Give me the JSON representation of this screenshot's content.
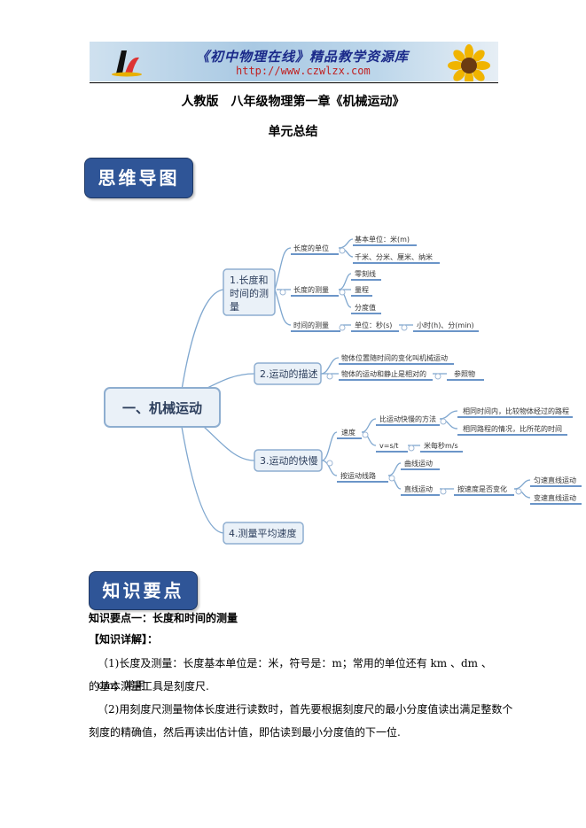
{
  "banner": {
    "title": "《初中物理在线》精品教学资源库",
    "url": "http://www.czwlzx.com"
  },
  "doc": {
    "title": "人教版　八年级物理第一章《机械运动》",
    "subtitle": "单元总结"
  },
  "sections": {
    "mindmap_tag": "思维导图",
    "knowledge_tag": "知识要点"
  },
  "mindmap": {
    "root": "一、机械运动",
    "b1": {
      "l1": "1.长度和",
      "l2": "时间的测",
      "l3": "量"
    },
    "b1_len_unit": "长度的单位",
    "b1_len_unit_base": "基本单位：米(m)",
    "b1_len_unit_others": "千米、分米、厘米、纳米",
    "b1_len_measure": "长度的测量",
    "b1_zero": "零刻线",
    "b1_range": "量程",
    "b1_division": "分度值",
    "b1_time_measure": "时间的测量",
    "b1_time_unit": "单位：秒(s)",
    "b1_time_others": "小时(h)、分(min)",
    "b2": "2.运动的描述",
    "b2_def": "物体位置随时间的变化叫机械运动",
    "b2_rel": "物体的运动和静止是相对的",
    "b2_ref": "参照物",
    "b3": "3.运动的快慢",
    "b3_speed": "速度",
    "b3_compare": "比运动快慢的方法",
    "b3_same_time": "相同时间内，比较物体经过的路程",
    "b3_same_dist": "相同路程的情况，比所花的时间",
    "b3_formula": "v=s/t",
    "b3_unit": "米每秒m/s",
    "b3_by_path": "按运动线路",
    "b3_curve": "曲线运动",
    "b3_straight": "直线运动",
    "b3_by_speed": "按速度是否变化",
    "b3_uniform": "匀速直线运动",
    "b3_variable": "变速直线运动",
    "b4": "4.测量平均速度"
  },
  "knowledge": {
    "point1_heading": "知识要点一：长度和时间的测量",
    "detail_label": "【知识详解】：",
    "p1_line1": "（1)长度及测量：长度基本单位是：米，符号是：m；常用的单位还有 km 、dm 、cm；常用",
    "p1_line2": "的基本测量工具是刻度尺.",
    "p2_line1": "（2)用刻度尺测量物体长度进行读数时，首先要根据刻度尺的最小分度值读出满足整数个",
    "p2_line2": "刻度的精确值，然后再读出估计值，即估读到最小分度值的下一位."
  },
  "colors": {
    "branch_line": "#7fa7cf",
    "node_border": "#8eaed0",
    "node_fill": "#eaf1f8",
    "tag_fill": "#2f5597",
    "underline": "#6b95c8"
  }
}
